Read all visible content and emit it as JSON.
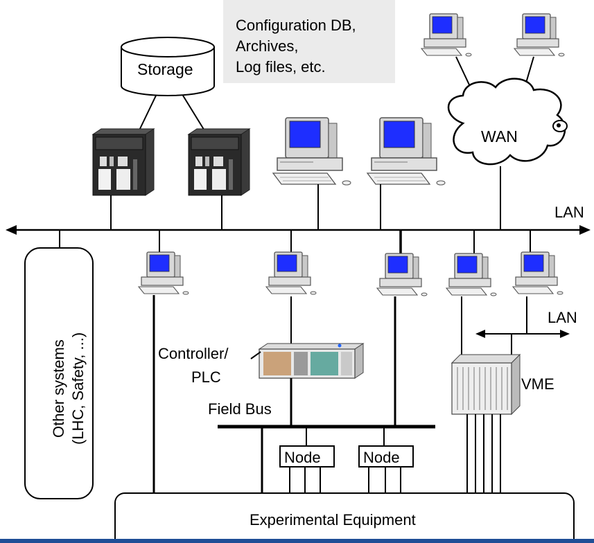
{
  "config_box": {
    "line1": "Configuration DB,",
    "line2": "Archives,",
    "line3": "Log files, etc."
  },
  "storage_label": "Storage",
  "wan_label": "WAN",
  "lan_top_label": "LAN",
  "lan_right_label": "LAN",
  "other_systems": {
    "line1": "Other systems",
    "line2": "(LHC, Safety, ...)"
  },
  "controller_label": {
    "line1": "Controller/",
    "line2": "PLC"
  },
  "field_bus_label": "Field Bus",
  "node1_label": "Node",
  "node2_label": "Node",
  "vme_label": "VME",
  "equipment_label": "Experimental Equipment",
  "colors": {
    "screen": "#1e2eff",
    "config_bg": "#ebebeb",
    "bottom_bar": "#1f4e96",
    "server": "#2a2a2a"
  }
}
